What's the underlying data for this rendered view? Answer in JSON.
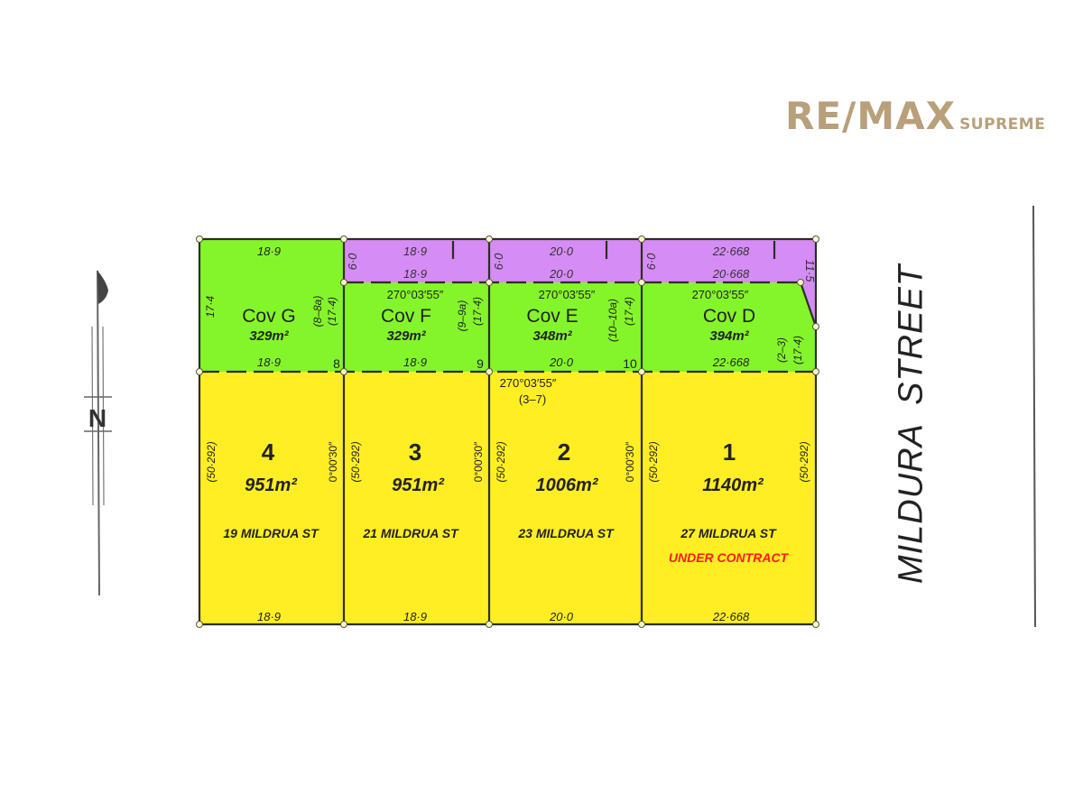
{
  "brand": {
    "name": "RE/MAX",
    "suffix": "SUPREME",
    "color": "#b8a07a"
  },
  "street": {
    "label": "MILDURA STREET"
  },
  "north_arrow": {
    "label": "N"
  },
  "colors": {
    "covenant": "#84f52a",
    "easement": "#d58cf5",
    "lot": "#ffee24",
    "status": "#ff1a1a",
    "line": "#2e2e1e"
  },
  "easements": [
    {
      "top": "18·9",
      "bottom": "18·9",
      "depth": "6·0"
    },
    {
      "top": "20·0",
      "bottom": "20·0",
      "depth": "6·0"
    },
    {
      "top": "22·668",
      "bottom": "20·668",
      "depth": "6·0",
      "side": "11·5"
    }
  ],
  "covenants": [
    {
      "name": "Cov G",
      "area": "329m²",
      "top": "18·9",
      "bottom": "18·9",
      "left": "17·4",
      "ref": "(8–8a)",
      "side": "(17·4)",
      "corner": "8"
    },
    {
      "name": "Cov F",
      "area": "329m²",
      "bearing": "270°03′55″",
      "bottom": "18·9",
      "ref": "(9–9a)",
      "side": "(17·4)",
      "corner": "9"
    },
    {
      "name": "Cov E",
      "area": "348m²",
      "bearing": "270°03′55″",
      "bottom": "20·0",
      "ref": "(10–10a)",
      "side": "(17·4)",
      "corner": "10"
    },
    {
      "name": "Cov D",
      "area": "394m²",
      "bearing": "270°03′55″",
      "bottom": "22·668",
      "ref": "(2–3)",
      "side": "(17·4)"
    }
  ],
  "lots": [
    {
      "number": "4",
      "area": "951m²",
      "address": "19 MILDRUA ST",
      "frontage": "18·9",
      "depth": "(50·292)",
      "bearing": "0°00′30″"
    },
    {
      "number": "3",
      "area": "951m²",
      "address": "21 MILDRUA ST",
      "frontage": "18·9",
      "depth": "(50·292)",
      "bearing": "0°00′30″"
    },
    {
      "number": "2",
      "area": "1006m²",
      "address": "23 MILDRUA ST",
      "frontage": "20·0",
      "depth": "(50·292)",
      "bearing": "0°00′30″",
      "top_bearing": "270°03′55″",
      "top_ref": "(3–7)"
    },
    {
      "number": "1",
      "area": "1140m²",
      "address": "27 MILDRUA ST",
      "frontage": "22·668",
      "depth": "(50·292)",
      "right_depth": "(50·292)",
      "status": "UNDER CONTRACT"
    }
  ]
}
